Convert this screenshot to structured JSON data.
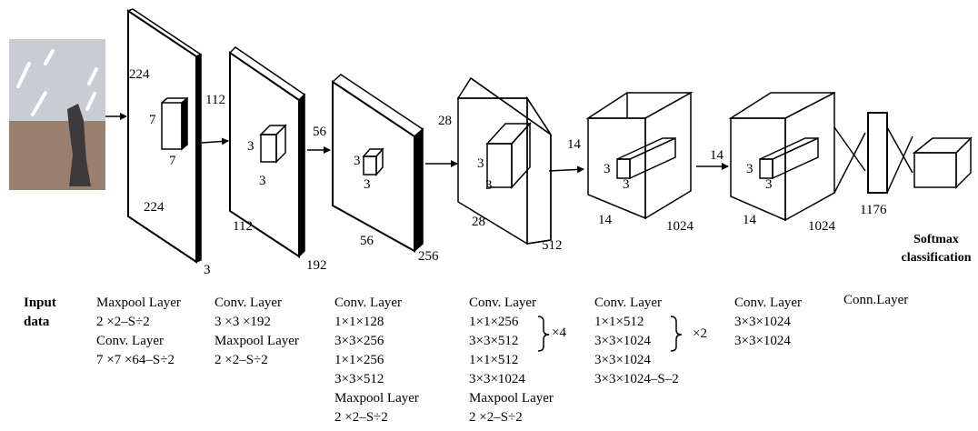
{
  "diagram": {
    "input": {
      "image_colors": {
        "floor": "#9b8070",
        "ceiling": "#c9ccd3",
        "person": "#3c3a3a"
      },
      "caption": [
        "Input",
        "data"
      ]
    },
    "layers": [
      {
        "dims": [
          "224",
          "224",
          "3"
        ],
        "kernel": [
          "7",
          "7"
        ]
      },
      {
        "dims": [
          "112",
          "112",
          "192"
        ],
        "kernel": [
          "3",
          "3"
        ]
      },
      {
        "dims": [
          "56",
          "56",
          "256"
        ],
        "kernel": [
          "3",
          "3"
        ]
      },
      {
        "dims": [
          "28",
          "28",
          "512"
        ],
        "kernel": [
          "3",
          "3"
        ]
      },
      {
        "dims": [
          "14",
          "14",
          "1024"
        ],
        "kernel": [
          "3",
          "3"
        ]
      },
      {
        "dims": [
          "14",
          "14",
          "1024"
        ],
        "kernel": [
          "3",
          "3"
        ]
      },
      {
        "dims": [
          "1176"
        ]
      }
    ],
    "output": [
      "Softmax",
      "classification"
    ],
    "captions": [
      {
        "lines": [
          "Maxpool Layer",
          "2 ×2–S÷2",
          "Conv. Layer",
          "7 ×7 ×64–S÷2"
        ]
      },
      {
        "lines": [
          "Conv. Layer",
          "3 ×3 ×192",
          "Maxpool Layer",
          "2 ×2–S÷2"
        ]
      },
      {
        "lines": [
          "Conv. Layer",
          "1×1×128",
          "3×3×256",
          "1×1×256",
          "3×3×512",
          "Maxpool Layer",
          "2 ×2–S÷2"
        ]
      },
      {
        "lines": [
          "Conv. Layer",
          "1×1×256",
          "3×3×512",
          "1×1×512",
          "3×3×1024",
          "Maxpool Layer",
          "2 ×2–S÷2"
        ],
        "repeat": "×4"
      },
      {
        "lines": [
          "Conv. Layer",
          "1×1×512",
          "3×3×1024",
          "3×3×1024",
          "3×3×1024–S–2"
        ],
        "repeat": "×2"
      },
      {
        "lines": [
          "Conv. Layer",
          "3×3×1024",
          "3×3×1024"
        ]
      },
      {
        "lines": [
          "Conn.Layer"
        ]
      }
    ]
  }
}
